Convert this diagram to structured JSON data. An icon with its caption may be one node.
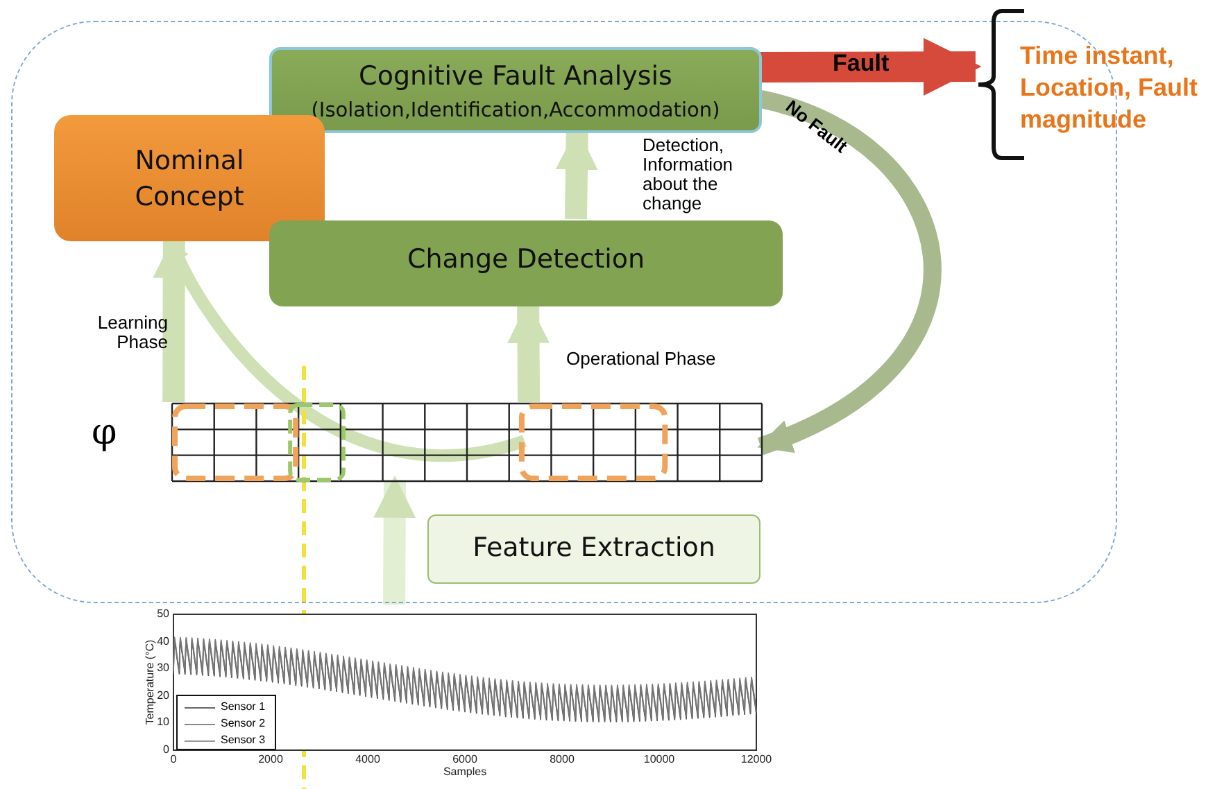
{
  "diagram": {
    "nodes": [
      {
        "text": [],
        "shape": "box"
      },
      {
        "text": [
          "Cognitive Fault Analysis",
          "(Isolation,Identification,Accommodation)"
        ],
        "in": 0
      },
      {
        "text": [
          "Nominal Concept"
        ],
        "in": 0
      },
      {
        "text": [
          "Change Detection"
        ],
        "in": 0
      },
      {
        "text": [],
        "shape": "grid",
        "beside": [
          "φ"
        ],
        "in": 0
      },
      {
        "text": [
          "Feature Extraction"
        ],
        "in": 0
      },
      {
        "text": [],
        "shape": "picture"
      },
      {
        "text": [
          "Time instant, Location, Fault magnitude"
        ]
      }
    ],
    "edges": [
      {
        "from": 1,
        "to": 7,
        "arrow": "to",
        "label": "Fault",
        "color": "#d64a3c"
      },
      {
        "from": 1,
        "to": 4,
        "arrow": "to",
        "label": "No Fault",
        "color": "#a9b98e"
      },
      {
        "from": 3,
        "to": 1,
        "arrow": "to",
        "label": "Detection, Information about the change"
      },
      {
        "from": 4,
        "to": 3,
        "arrow": "to",
        "label": "Operational Phase"
      },
      {
        "from": 4,
        "to": 2,
        "arrow": "to",
        "label": "Learning Phase"
      },
      {
        "from": 4,
        "to": 2,
        "arrow": "to"
      },
      {
        "from": 6,
        "to": 4,
        "arrow": "to"
      }
    ],
    "labels": [
      "50",
      "40",
      "30",
      "20",
      "10",
      "0",
      "0",
      "2000",
      "4000",
      "6000",
      "8000",
      "10000",
      "12000",
      "Temperature (°C)",
      "Samples"
    ],
    "legend": [
      {
        "text": "Sensor 1"
      },
      {
        "text": "Sensor 2"
      },
      {
        "text": "Sensor 3"
      }
    ]
  }
}
